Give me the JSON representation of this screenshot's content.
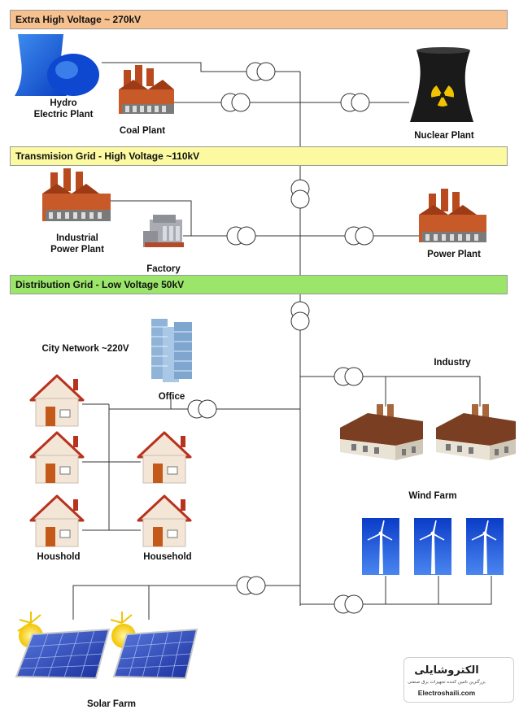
{
  "bands": {
    "extra_high": "Extra High Voltage ~ 270kV",
    "transmission": "Transmision Grid - High Voltage ~110kV",
    "distribution": "Distribution Grid - Low Voltage 50kV"
  },
  "labels": {
    "hydro": "Hydro\nElectric Plant",
    "coal": "Coal Plant",
    "nuclear": "Nuclear Plant",
    "industrial": "Industrial\nPower Plant",
    "factory": "Factory",
    "power_plant": "Power Plant",
    "city_network": "City Network ~220V",
    "office": "Office",
    "industry": "Industry",
    "wind_farm": "Wind Farm",
    "houshold": "Houshold",
    "household": "Household",
    "solar_farm": "Solar Farm"
  },
  "logo": {
    "name_ar": "الکتروشایلی",
    "subtitle_ar": "بزرگترین تامین کننده تجهیزات برق صنعتی",
    "url": "Electroshaili.com"
  },
  "colors": {
    "extra_high_band": "#f7c08f",
    "transmission_band": "#fbfaa0",
    "distribution_band": "#9be66a",
    "line": "#333333"
  }
}
